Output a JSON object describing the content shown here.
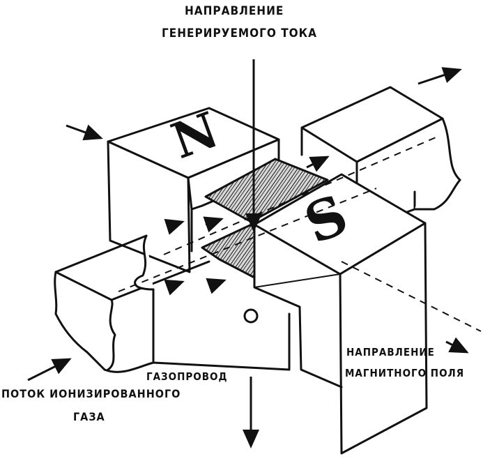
{
  "diagram": {
    "current_direction_line1": "НАПРАВЛЕНИЕ",
    "current_direction_line2": "ГЕНЕРИРУЕМОГО ТОКА",
    "field_direction_line1": "НАПРАВЛЕНИЕ",
    "field_direction_line2": "МАГНИТНОГО ПОЛЯ",
    "pipe_label": "ГАЗОПРОВОД",
    "gas_flow_line1": "ПОТОК ИОНИЗИРОВАННОГО",
    "gas_flow_line2": "ГАЗА",
    "pole_north": "N",
    "pole_south": "S"
  },
  "colors": {
    "ink": "#111111",
    "paper": "#ffffff"
  }
}
